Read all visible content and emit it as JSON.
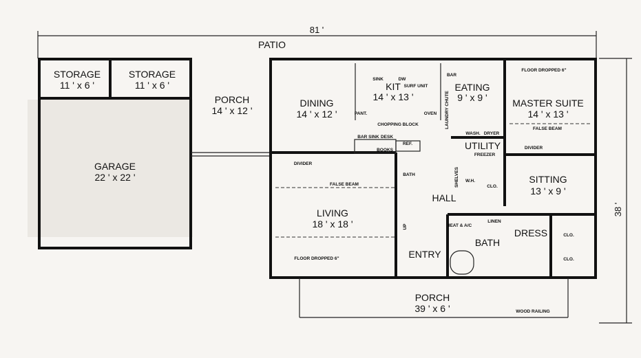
{
  "dimensions": {
    "width": "81 '",
    "depth": "38 '"
  },
  "patio": "PATIO",
  "rooms": {
    "storage1": {
      "name": "STORAGE",
      "size": "11 ' x 6 '"
    },
    "storage2": {
      "name": "STORAGE",
      "size": "11 ' x 6 '"
    },
    "garage": {
      "name": "GARAGE",
      "size": "22 ' x 22 '"
    },
    "porch_back": {
      "name": "PORCH",
      "size": "14 ' x 12 '"
    },
    "dining": {
      "name": "DINING",
      "size": "14 ' x 12 '"
    },
    "kitchen": {
      "name": "KIT",
      "size": "14 ' x 13 '"
    },
    "eating": {
      "name": "EATING",
      "size": "9 ' x 9 '"
    },
    "master": {
      "name": "MASTER SUITE",
      "size": "14 ' x 13 '"
    },
    "utility": {
      "name": "UTILITY"
    },
    "sitting": {
      "name": "SITTING",
      "size": "13 ' x 9 '"
    },
    "hall": {
      "name": "HALL"
    },
    "living": {
      "name": "LIVING",
      "size": "18 ' x 18 '"
    },
    "bath": {
      "name": "BATH"
    },
    "dress": {
      "name": "DRESS"
    },
    "entry": {
      "name": "ENTRY"
    },
    "porch_front": {
      "name": "PORCH",
      "size": "39 ' x 6 '"
    }
  },
  "labels": {
    "sink": "SINK",
    "dw": "DW",
    "surf_unit": "SURF UNIT",
    "bar": "BAR",
    "pantry": "PANT.",
    "oven": "OVEN",
    "laundry_chute": "LAUNDRY CHUTE",
    "chopping_block": "CHOPPING BLOCK",
    "bar_sink": "BAR SINK",
    "desk": "DESK",
    "books": "BOOKS",
    "ref": "REF.",
    "bath_small": "BATH",
    "shelves": "SHELVES",
    "wh": "W.H.",
    "clo": "CLO.",
    "wash": "WASH.",
    "dryer": "DRYER",
    "freezer": "FREEZER",
    "false_beam": "FALSE BEAM",
    "divider": "DIVIDER",
    "floor_dropped": "FLOOR DROPPED 6\"",
    "heat_ac": "HEAT & A/C",
    "linen": "LINEN",
    "up": "UP",
    "wood_railing": "WOOD RAILING"
  }
}
